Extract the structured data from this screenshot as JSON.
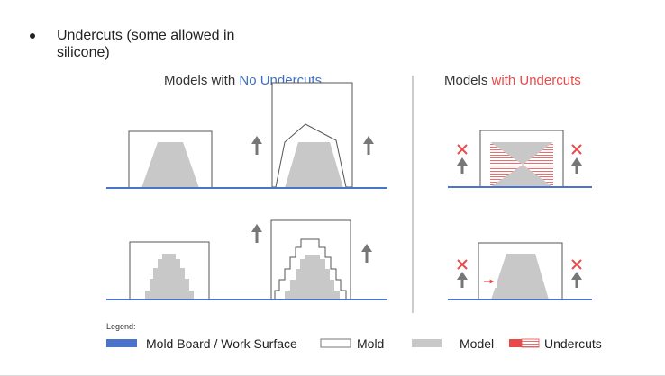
{
  "bullet": {
    "text": "Undercuts (some allowed in silicone)"
  },
  "headings": {
    "left_prefix": "Models with ",
    "left_highlight": "No Undercuts",
    "right_prefix": "Models ",
    "right_highlight": "with Undercuts"
  },
  "legend": {
    "title": "Legend:",
    "items": [
      {
        "label": "Mold  Board / Work Surface",
        "color": "#4a74c9"
      },
      {
        "label": "Mold",
        "color": "#ffffff"
      },
      {
        "label": "Model",
        "color": "#c8c8c8"
      },
      {
        "label": "Undercuts",
        "color": "#e84a4a"
      }
    ]
  },
  "colors": {
    "surface": "#4a74c9",
    "model": "#c8c8c8",
    "mold_stroke": "#555555",
    "highlight_blue": "#3f6fc0",
    "highlight_red": "#e84a4a",
    "arrow": "#777777"
  }
}
